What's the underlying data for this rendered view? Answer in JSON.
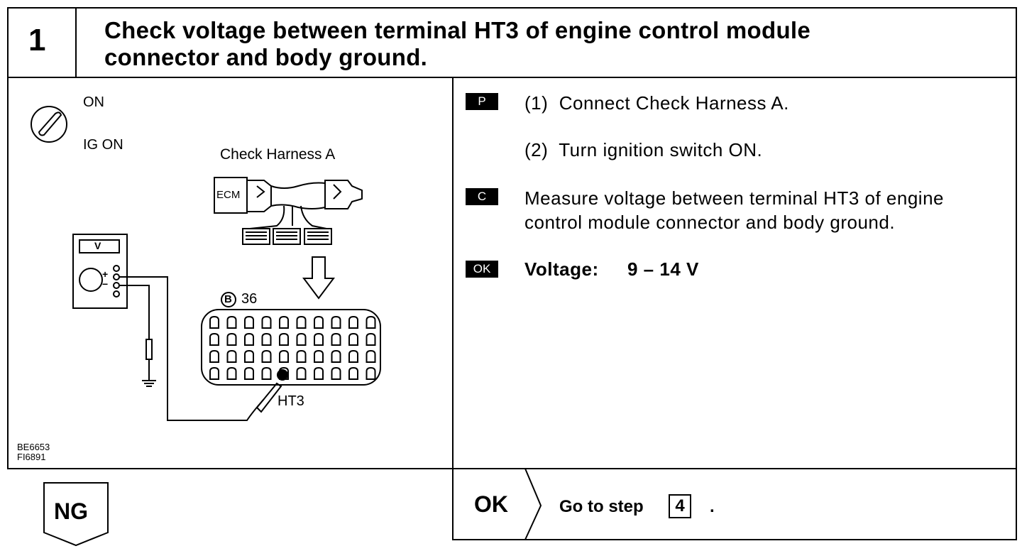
{
  "header": {
    "step_number": "1",
    "title_line1": "Check voltage between terminal HT3 of engine control module",
    "title_line2": "connector and body ground."
  },
  "figure": {
    "ignition_on": "ON",
    "ignition_ig_on": "IG ON",
    "harness_label": "Check Harness A",
    "ecm_label": "ECM",
    "meter_label": "V",
    "plus": "+",
    "minus": "−",
    "connector_code": "B",
    "connector_pins": "36",
    "terminal_label": "HT3",
    "fig_code1": "BE6653",
    "fig_code2": "FI6891",
    "connector_grid": {
      "rows": 4,
      "cols": 10
    },
    "icons": [
      "ignition-key-icon",
      "voltmeter-icon",
      "ground-symbol-icon",
      "down-arrow-icon"
    ]
  },
  "instructions": {
    "p_badge": "P",
    "c_badge": "C",
    "ok_badge": "OK",
    "step1": "(1)  Connect Check Harness A.",
    "step2": "(2)  Turn ignition switch ON.",
    "measure_line1": "Measure voltage between terminal HT3 of engine",
    "measure_line2": "control module connector and body ground.",
    "spec_label": "Voltage:",
    "spec_value": "9 – 14 V"
  },
  "results": {
    "ng_label": "NG",
    "ok_label": "OK",
    "go_to_text": "Go to step",
    "go_to_step": "4",
    "go_to_period": "."
  }
}
